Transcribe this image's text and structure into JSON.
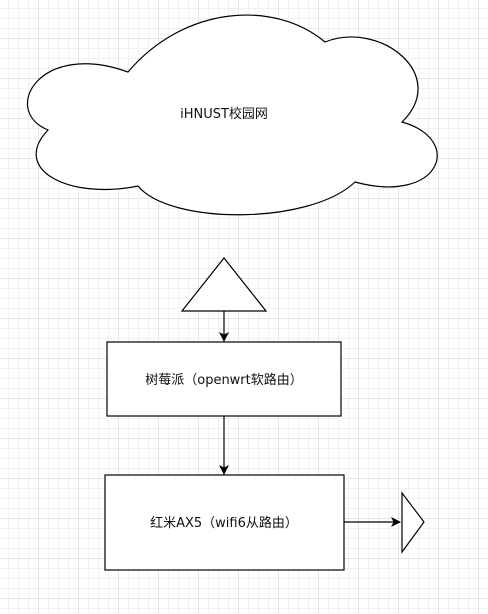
{
  "nodes": {
    "cloud": {
      "label": "iHNUST校园网"
    },
    "raspberry_pi": {
      "label": "树莓派（openwrt软路由）"
    },
    "xiaomi": {
      "label": "红米AX5（wifi6从路由）"
    }
  },
  "colors": {
    "stroke": "#000000",
    "fill": "#ffffff",
    "grid": "#e6e6e6"
  }
}
